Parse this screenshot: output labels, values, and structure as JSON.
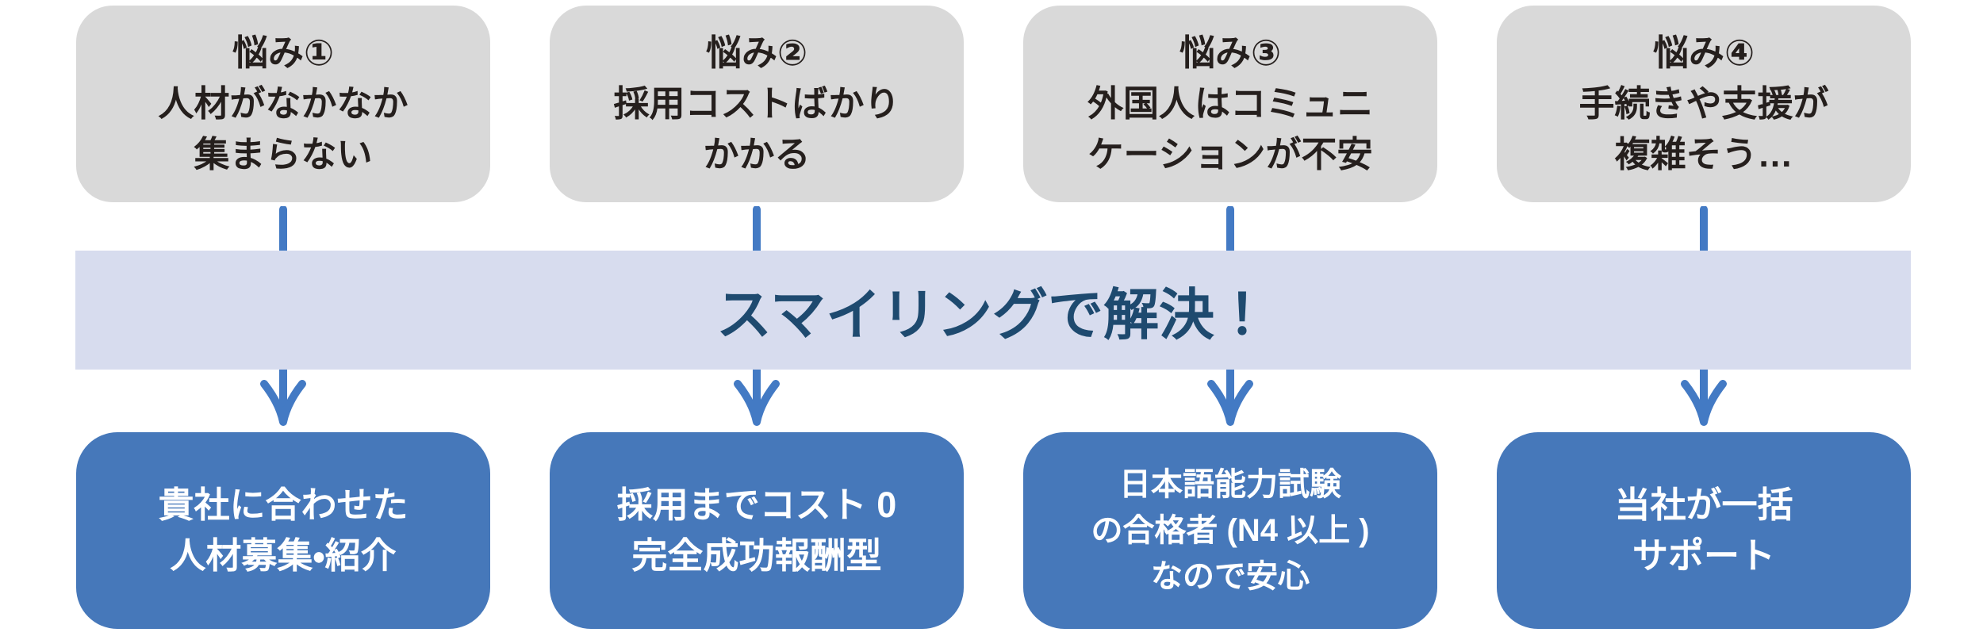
{
  "colors": {
    "page_bg": "#ffffff",
    "worry_box_bg": "#d9d9d9",
    "worry_text": "#251f1d",
    "banner_bg": "#d7dcee",
    "banner_text": "#1e4a6f",
    "solution_box_bg": "#4678ba",
    "solution_text": "#ffffff",
    "arrow": "#437ac4"
  },
  "banner": {
    "label": "スマイリングで解決！"
  },
  "columns": [
    {
      "worry": {
        "title": "悩み①",
        "lines": [
          "人材がなかなか",
          "集まらない"
        ]
      },
      "solution": {
        "lines": [
          "貴社に合わせた",
          "人材募集・紹介"
        ]
      }
    },
    {
      "worry": {
        "title": "悩み②",
        "lines": [
          "採用コストばかり",
          "かかる"
        ]
      },
      "solution": {
        "lines": [
          "採用までコスト 0",
          "完全成功報酬型"
        ]
      }
    },
    {
      "worry": {
        "title": "悩み③",
        "lines": [
          "外国人はコミュニ",
          "ケーションが不安"
        ]
      },
      "solution": {
        "lines": [
          "日本語能力試験",
          "の合格者 (N4 以上 )",
          "なので安心"
        ]
      }
    },
    {
      "worry": {
        "title": "悩み④",
        "lines": [
          "手続きや支援が",
          "複雑そう…"
        ]
      },
      "solution": {
        "lines": [
          "当社が一括",
          "サポート"
        ]
      }
    }
  ]
}
